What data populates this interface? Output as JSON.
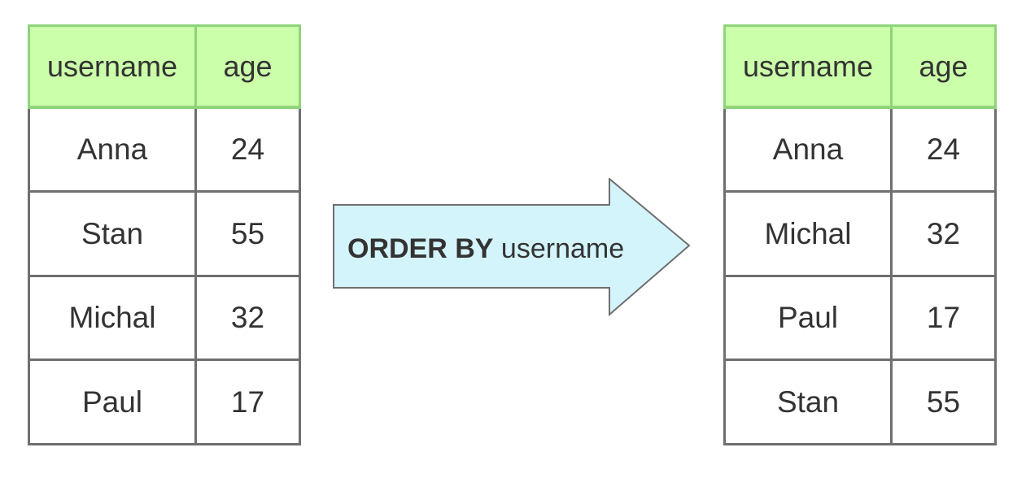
{
  "colors": {
    "header_fill": "#ccffaa",
    "header_border": "#8fd47a",
    "arrow_fill": "#d4f4fb",
    "border": "#6f6f6f",
    "text": "#333333"
  },
  "left_table": {
    "headers": [
      "username",
      "age"
    ],
    "rows": [
      [
        "Anna",
        "24"
      ],
      [
        "Stan",
        "55"
      ],
      [
        "Michal",
        "32"
      ],
      [
        "Paul",
        "17"
      ]
    ]
  },
  "arrow": {
    "keyword": "ORDER BY",
    "column": "username"
  },
  "right_table": {
    "headers": [
      "username",
      "age"
    ],
    "rows": [
      [
        "Anna",
        "24"
      ],
      [
        "Michal",
        "32"
      ],
      [
        "Paul",
        "17"
      ],
      [
        "Stan",
        "55"
      ]
    ]
  }
}
